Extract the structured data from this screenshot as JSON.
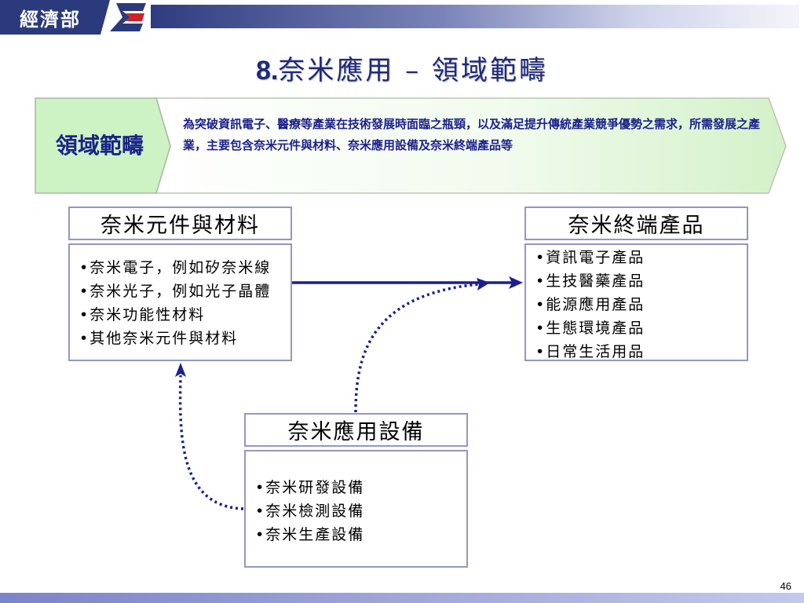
{
  "header": {
    "org_name": "經濟部",
    "colors": {
      "navy": "#2a3a7c",
      "red": "#d0202a"
    }
  },
  "slide": {
    "title_number": "8.",
    "title_text": "奈米應用 – 領域範疇",
    "page_number": "46"
  },
  "banner": {
    "label": "領域範疇",
    "text": "為突破資訊電子、醫療等產業在技術發展時面臨之瓶頸，以及滿足提升傳統產業競爭優勢之需求，所需發展之產業，主要包含奈米元件與材料、奈米應用設備及奈米終端產品等"
  },
  "boxes": {
    "materials": {
      "title": "奈米元件與材料",
      "items": [
        "奈米電子，例如矽奈米線",
        "奈米光子，例如光子晶體",
        "奈米功能性材料",
        "其他奈米元件與材料"
      ]
    },
    "terminal": {
      "title": "奈米終端產品",
      "items": [
        "資訊電子產品",
        "生技醫藥產品",
        "能源應用產品",
        "生態環境產品",
        "日常生活用品"
      ]
    },
    "equipment": {
      "title": "奈米應用設備",
      "items": [
        "奈米研發設備",
        "奈米檢測設備",
        "奈米生產設備"
      ]
    }
  },
  "icons": {
    "logo_emblem": "moea-emblem-icon",
    "solid_arrow": "arrow-right-icon",
    "dotted_arrows": "dotted-arrow-icon"
  },
  "colors": {
    "arrow": "#1a1f8c",
    "box_border": "#9497c2",
    "banner_green": "#cdf2c4"
  }
}
